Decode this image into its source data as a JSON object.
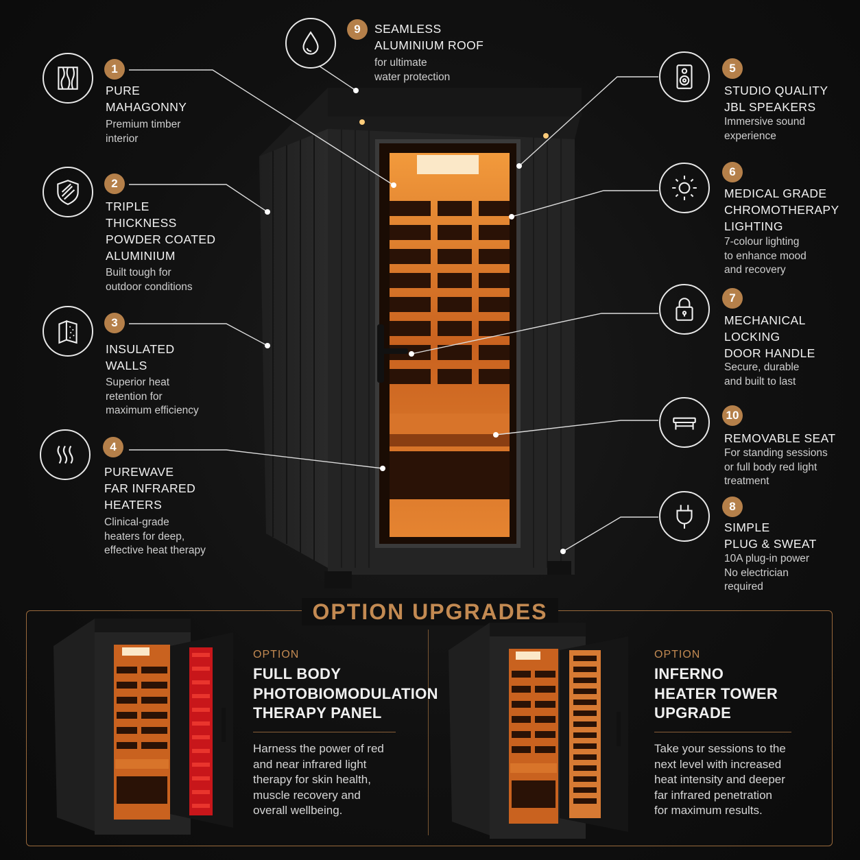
{
  "colors": {
    "accent": "#c38a52",
    "badge": "#b5804a",
    "background": "#0f0f0f",
    "glow": "#e07a2a"
  },
  "features": [
    {
      "id": "1",
      "num": "1",
      "icon": "wood-grain-icon",
      "title": "PURE\nMAHAGONNY",
      "desc": "Premium timber\ninterior"
    },
    {
      "id": "2",
      "num": "2",
      "icon": "shield-icon",
      "title": "TRIPLE\nTHICKNESS\nPOWDER COATED\nALUMINIUM",
      "desc": "Built tough for\noutdoor conditions"
    },
    {
      "id": "3",
      "num": "3",
      "icon": "insulation-panel-icon",
      "title": "INSULATED\nWALLS",
      "desc": "Superior heat\nretention for\nmaximum efficiency"
    },
    {
      "id": "4",
      "num": "4",
      "icon": "heat-waves-icon",
      "title": "PUREWAVE\nFAR INFRARED\nHEATERS",
      "desc": "Clinical-grade\nheaters for deep,\neffective heat therapy"
    },
    {
      "id": "9",
      "num": "9",
      "icon": "water-drop-icon",
      "title": "SEAMLESS\nALUMINIUM ROOF",
      "desc": "for ultimate\nwater protection"
    },
    {
      "id": "5",
      "num": "5",
      "icon": "speaker-icon",
      "title": "STUDIO QUALITY\nJBL SPEAKERS",
      "desc": "Immersive sound\nexperience"
    },
    {
      "id": "6",
      "num": "6",
      "icon": "sun-icon",
      "title": "MEDICAL GRADE\nCHROMOTHERAPY\nLIGHTING",
      "desc": "7-colour lighting\nto enhance mood\nand recovery"
    },
    {
      "id": "7",
      "num": "7",
      "icon": "padlock-icon",
      "title": "MECHANICAL\nLOCKING\nDOOR HANDLE",
      "desc": "Secure, durable\nand built to last"
    },
    {
      "id": "10",
      "num": "10",
      "icon": "bench-icon",
      "title": "REMOVABLE SEAT",
      "desc": "For standing sessions\nor full body red light\ntreatment"
    },
    {
      "id": "8",
      "num": "8",
      "icon": "plug-icon",
      "title": "SIMPLE\nPLUG & SWEAT",
      "desc": "10A plug-in power\nNo electrician\nrequired"
    }
  ],
  "options": {
    "heading": "OPTION UPGRADES",
    "items": [
      {
        "label": "OPTION",
        "title": "FULL BODY\nPHOTOBIOMODULATION\nTHERAPY PANEL",
        "desc": "Harness the power of red\nand near infrared light\ntherapy for skin health,\nmuscle recovery and\noverall wellbeing."
      },
      {
        "label": "OPTION",
        "title": "INFERNO\nHEATER TOWER\nUPGRADE",
        "desc": "Take your sessions to the\nnext level with increased\nheat intensity and deeper\nfar infrared penetration\nfor maximum results."
      }
    ]
  }
}
